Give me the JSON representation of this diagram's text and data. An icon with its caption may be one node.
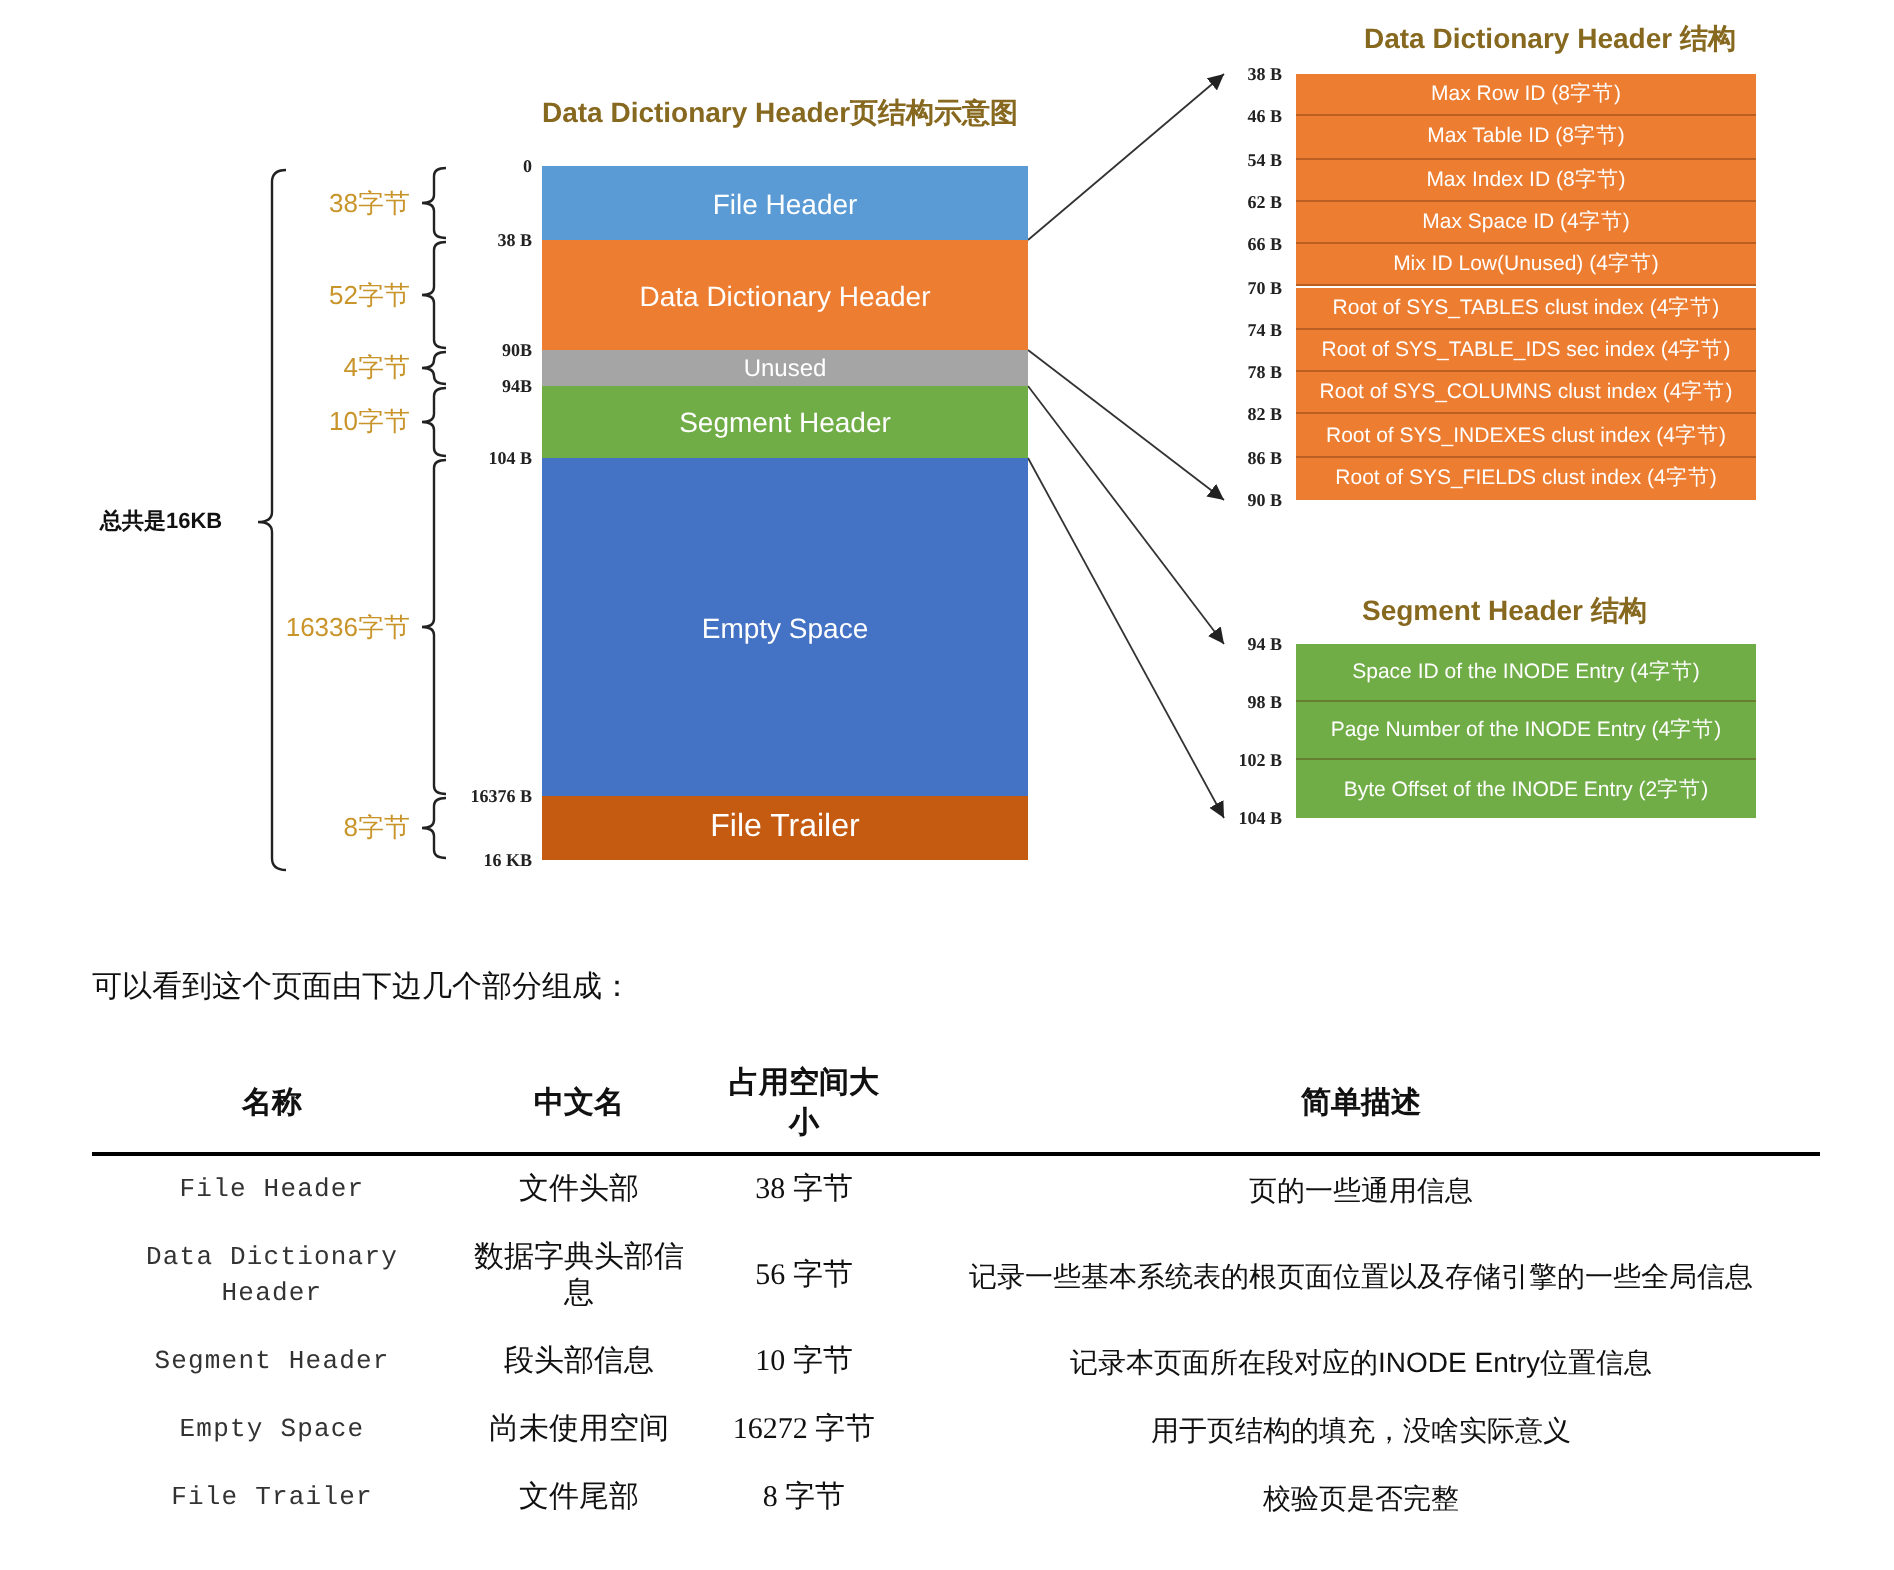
{
  "diagram": {
    "title": "Data Dictionary Header页结构示意图",
    "nodes": [
      {
        "text": [
          "File Header"
        ]
      },
      {
        "text": [
          "Data Dictionary Header"
        ]
      },
      {
        "text": [
          "Unused"
        ]
      },
      {
        "text": [
          "Segment Header"
        ]
      },
      {
        "text": [
          "Empty Space"
        ]
      },
      {
        "text": [
          "File Trailer"
        ]
      },
      {
        "text": [
          "Data Dictionary Header 结构"
        ]
      },
      {
        "text": [
          "Max Row ID (8字节)"
        ],
        "in": 6
      },
      {
        "text": [
          "Max Table ID (8字节)"
        ],
        "in": 6
      },
      {
        "text": [
          "Max Index ID (8字节)"
        ],
        "in": 6
      },
      {
        "text": [
          "Max Space ID (4字节)"
        ],
        "in": 6
      },
      {
        "text": [
          "Mix ID Low(Unused) (4字节)"
        ],
        "in": 6
      },
      {
        "text": [
          "Root of SYS_TABLES clust index (4字节)"
        ],
        "in": 6
      },
      {
        "text": [
          "Root of SYS_TABLE_IDS sec index (4字节)"
        ],
        "in": 6
      },
      {
        "text": [
          "Root of SYS_COLUMNS clust index (4字节)"
        ],
        "in": 6
      },
      {
        "text": [
          "Root of SYS_INDEXES clust index (4字节)"
        ],
        "in": 6
      },
      {
        "text": [
          "Root of SYS_FIELDS clust index (4字节)"
        ],
        "in": 6
      },
      {
        "text": [
          "Segment Header 结构"
        ]
      },
      {
        "text": [
          "Space ID of the INODE Entry (4字节)"
        ],
        "in": 17
      },
      {
        "text": [
          "Page Number of the INODE Entry (4字节)"
        ],
        "in": 17
      },
      {
        "text": [
          "Byte Offset of the INODE Entry (2字节)"
        ],
        "in": 17
      }
    ],
    "edges": [
      {
        "from": 1,
        "to": 6,
        "arrow": "to"
      },
      {
        "from": 1,
        "to": 6,
        "arrow": "to"
      },
      {
        "from": 3,
        "to": 17,
        "arrow": "to"
      },
      {
        "from": 3,
        "to": 17,
        "arrow": "to"
      }
    ],
    "labels": [
      "总共是16KB",
      "38字节",
      "52字节",
      "4字节",
      "10字节",
      "16336字节",
      "8字节",
      "0",
      "38 B",
      "90B",
      "94B",
      "104 B",
      "16376 B",
      "16 KB",
      "38 B",
      "46 B",
      "54 B",
      "62 B",
      "66 B",
      "70 B",
      "74 B",
      "78 B",
      "82 B",
      "86 B",
      "90 B",
      "94 B",
      "98 B",
      "102 B",
      "104 B",
      "可以看到这个页面由下边几个部分组成：",
      "名称",
      "中文名",
      "占用空间大小",
      "简单描述",
      "File Header",
      "文件头部",
      "38 字节",
      "页的一些通用信息",
      "Data Dictionary Header",
      "数据字典头部信息",
      "56 字节",
      "记录一些基本系统表的根页面位置以及存储引擎的一些全局信息",
      "Segment Header",
      "段头部信息",
      "10 字节",
      "记录本页面所在段对应的INODE Entry位置信息",
      "Empty Space",
      "尚未使用空间",
      "16272 字节",
      "用于页结构的填充，没啥实际意义",
      "File Trailer",
      "文件尾部",
      "8 字节",
      "校验页是否完整"
    ]
  }
}
